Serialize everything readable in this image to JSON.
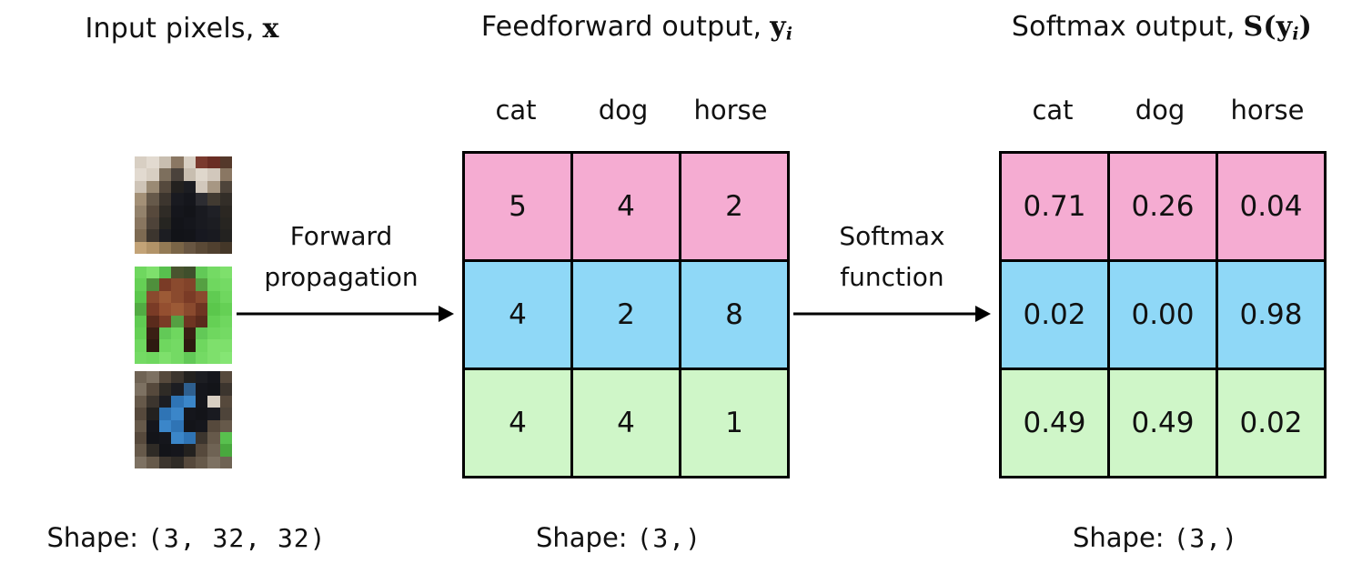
{
  "titles": {
    "left": {
      "text": "Input pixels,",
      "math": "x"
    },
    "middle": {
      "text": "Feedforward output,",
      "math": "y",
      "sub": "i"
    },
    "right": {
      "text": "Softmax output,",
      "pre": "S(",
      "math": "y",
      "sub": "i",
      "post": ")"
    }
  },
  "arrows": {
    "forward": {
      "label_line1": "Forward",
      "label_line2": "propagation"
    },
    "softmax": {
      "label_line1": "Softmax",
      "label_line2": "function"
    }
  },
  "tables": {
    "columns": [
      "cat",
      "dog",
      "horse"
    ],
    "row_colors": [
      "#F5ACD2",
      "#8FD8F7",
      "#CFF6C8"
    ],
    "border_color": "#000000",
    "feedforward": {
      "rows": [
        [
          "5",
          "4",
          "2"
        ],
        [
          "4",
          "2",
          "8"
        ],
        [
          "4",
          "4",
          "1"
        ]
      ]
    },
    "softmax": {
      "rows": [
        [
          "0.71",
          "0.26",
          "0.04"
        ],
        [
          "0.02",
          "0.00",
          "0.98"
        ],
        [
          "0.49",
          "0.49",
          "0.02"
        ]
      ]
    }
  },
  "shapes": {
    "left": {
      "label": "Shape:",
      "value": "(3, 32, 32)"
    },
    "middle": {
      "label": "Shape:",
      "value": "(3,)"
    },
    "right": {
      "label": "Shape:",
      "value": "(3,)"
    }
  },
  "images": {
    "cat": {
      "alt": "cat-thumbnail",
      "pixels": [
        [
          "#d8cfc3",
          "#e2dad0",
          "#c8beb0",
          "#8a7763",
          "#d8cfc3",
          "#7a3a2e",
          "#6a2d24",
          "#54382a"
        ],
        [
          "#e2dad0",
          "#d8cfc3",
          "#7d6f5d",
          "#4a423b",
          "#c8beb0",
          "#dfd7cc",
          "#d2c8bc",
          "#8a7763"
        ],
        [
          "#cec4b7",
          "#9a8a74",
          "#55493d",
          "#23211f",
          "#1c1d22",
          "#d2c8bc",
          "#a79783",
          "#4e443a"
        ],
        [
          "#a39077",
          "#66594a",
          "#3c352e",
          "#191a20",
          "#15161c",
          "#2c2c31",
          "#413a31",
          "#332e28"
        ],
        [
          "#93826c",
          "#57493c",
          "#2f2b26",
          "#15161c",
          "#131419",
          "#191a20",
          "#1f2026",
          "#2b2722"
        ],
        [
          "#897660",
          "#4e4339",
          "#262521",
          "#131419",
          "#15161c",
          "#191a20",
          "#1c1d22",
          "#272521"
        ],
        [
          "#7d6a52",
          "#3c352e",
          "#1c1d22",
          "#121318",
          "#131419",
          "#171820",
          "#191a20",
          "#232220"
        ],
        [
          "#c3a377",
          "#b29368",
          "#937a55",
          "#7a6547",
          "#685642",
          "#5a4936",
          "#50402f",
          "#443728"
        ]
      ]
    },
    "horse": {
      "alt": "horse-thumbnail",
      "pixels": [
        [
          "#6fd75f",
          "#7ee06c",
          "#58c04e",
          "#49542f",
          "#3f4f2c",
          "#62c957",
          "#74da64",
          "#7ee06c"
        ],
        [
          "#65d055",
          "#4f8f3c",
          "#7a3b26",
          "#8a4a2e",
          "#82432a",
          "#55a042",
          "#6fd75f",
          "#74da64"
        ],
        [
          "#5bc74c",
          "#8a4a2e",
          "#9c5a36",
          "#8a4a2e",
          "#7a3b26",
          "#8a4a2e",
          "#60cb52",
          "#6fd75f"
        ],
        [
          "#52ab43",
          "#7a3b26",
          "#944f30",
          "#9c5a36",
          "#8a4a2e",
          "#6e3522",
          "#5bc74c",
          "#65d055"
        ],
        [
          "#60cb52",
          "#5a2b1c",
          "#7a3b26",
          "#55a042",
          "#6e3522",
          "#5a2b1c",
          "#65d055",
          "#6fd75f"
        ],
        [
          "#65d055",
          "#3a1f14",
          "#62c957",
          "#6fd75f",
          "#3a1f14",
          "#62c957",
          "#6fd75f",
          "#74da64"
        ],
        [
          "#6fd75f",
          "#2e1a10",
          "#6fd75f",
          "#74da64",
          "#2e1a10",
          "#6fd75f",
          "#7ee06c",
          "#7ee06c"
        ],
        [
          "#74da64",
          "#6fd75f",
          "#7ee06c",
          "#74da64",
          "#62c957",
          "#74da64",
          "#7ee06c",
          "#85e574"
        ]
      ]
    },
    "dog": {
      "alt": "dog-thumbnail",
      "pixels": [
        [
          "#6f6354",
          "#7d7162",
          "#56493c",
          "#3c352e",
          "#23211f",
          "#1c1d22",
          "#15161c",
          "#56493c"
        ],
        [
          "#7d7162",
          "#56493c",
          "#2f2b26",
          "#1c1d22",
          "#2e5f8f",
          "#15161c",
          "#131419",
          "#3c352e"
        ],
        [
          "#66594a",
          "#3c352e",
          "#1c1d22",
          "#2f74b5",
          "#3b86c9",
          "#15161c",
          "#d8cfc3",
          "#56493c"
        ],
        [
          "#56493c",
          "#23211f",
          "#2f74b5",
          "#3b86c9",
          "#15161c",
          "#131419",
          "#191a20",
          "#4e443a"
        ],
        [
          "#66594a",
          "#15161c",
          "#3b86c9",
          "#2f74b5",
          "#131419",
          "#15161c",
          "#56493c",
          "#66594a"
        ],
        [
          "#56493c",
          "#131419",
          "#15161c",
          "#3b86c9",
          "#2f74b5",
          "#3c352e",
          "#66594a",
          "#58c04e"
        ],
        [
          "#66594a",
          "#2f2b26",
          "#131419",
          "#15161c",
          "#23211f",
          "#56493c",
          "#6f6354",
          "#49a83e"
        ],
        [
          "#7d7162",
          "#66594a",
          "#3c352e",
          "#2f2b26",
          "#56493c",
          "#66594a",
          "#7d7162",
          "#6f6354"
        ]
      ]
    }
  }
}
